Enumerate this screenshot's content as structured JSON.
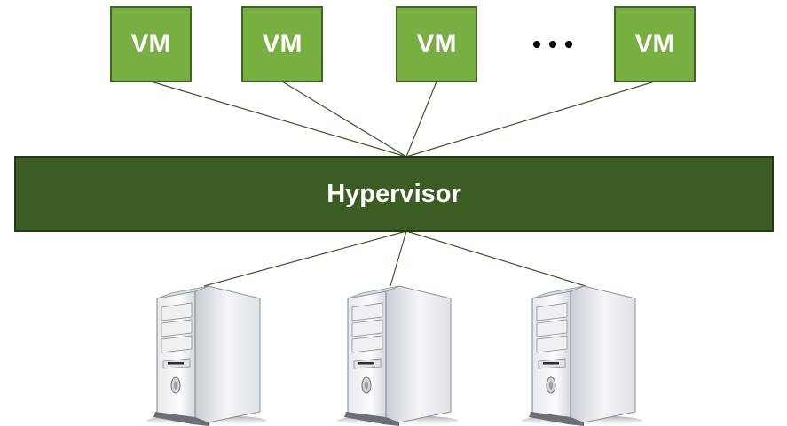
{
  "vms": [
    {
      "label": "VM"
    },
    {
      "label": "VM"
    },
    {
      "label": "VM"
    },
    {
      "label": "VM"
    }
  ],
  "hypervisor": {
    "label": "Hypervisor"
  },
  "servers": [
    {
      "icon": "server-tower-icon"
    },
    {
      "icon": "server-tower-icon"
    },
    {
      "icon": "server-tower-icon"
    }
  ],
  "colors": {
    "vm_fill": "#77b041",
    "vm_border": "#3f6424",
    "hypervisor_fill": "#3b5d23",
    "connector_line": "#355a1f"
  }
}
